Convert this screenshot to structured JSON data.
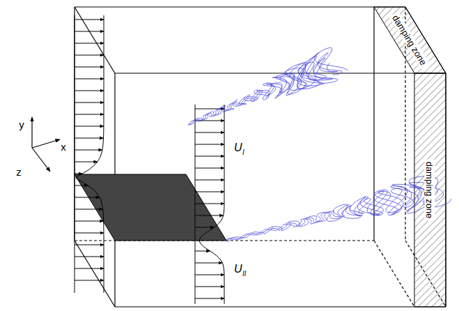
{
  "diagram": {
    "labels": [
      "damping zone",
      "damping zone",
      "U",
      "I",
      "U",
      "II",
      "y",
      "x",
      "z"
    ]
  }
}
